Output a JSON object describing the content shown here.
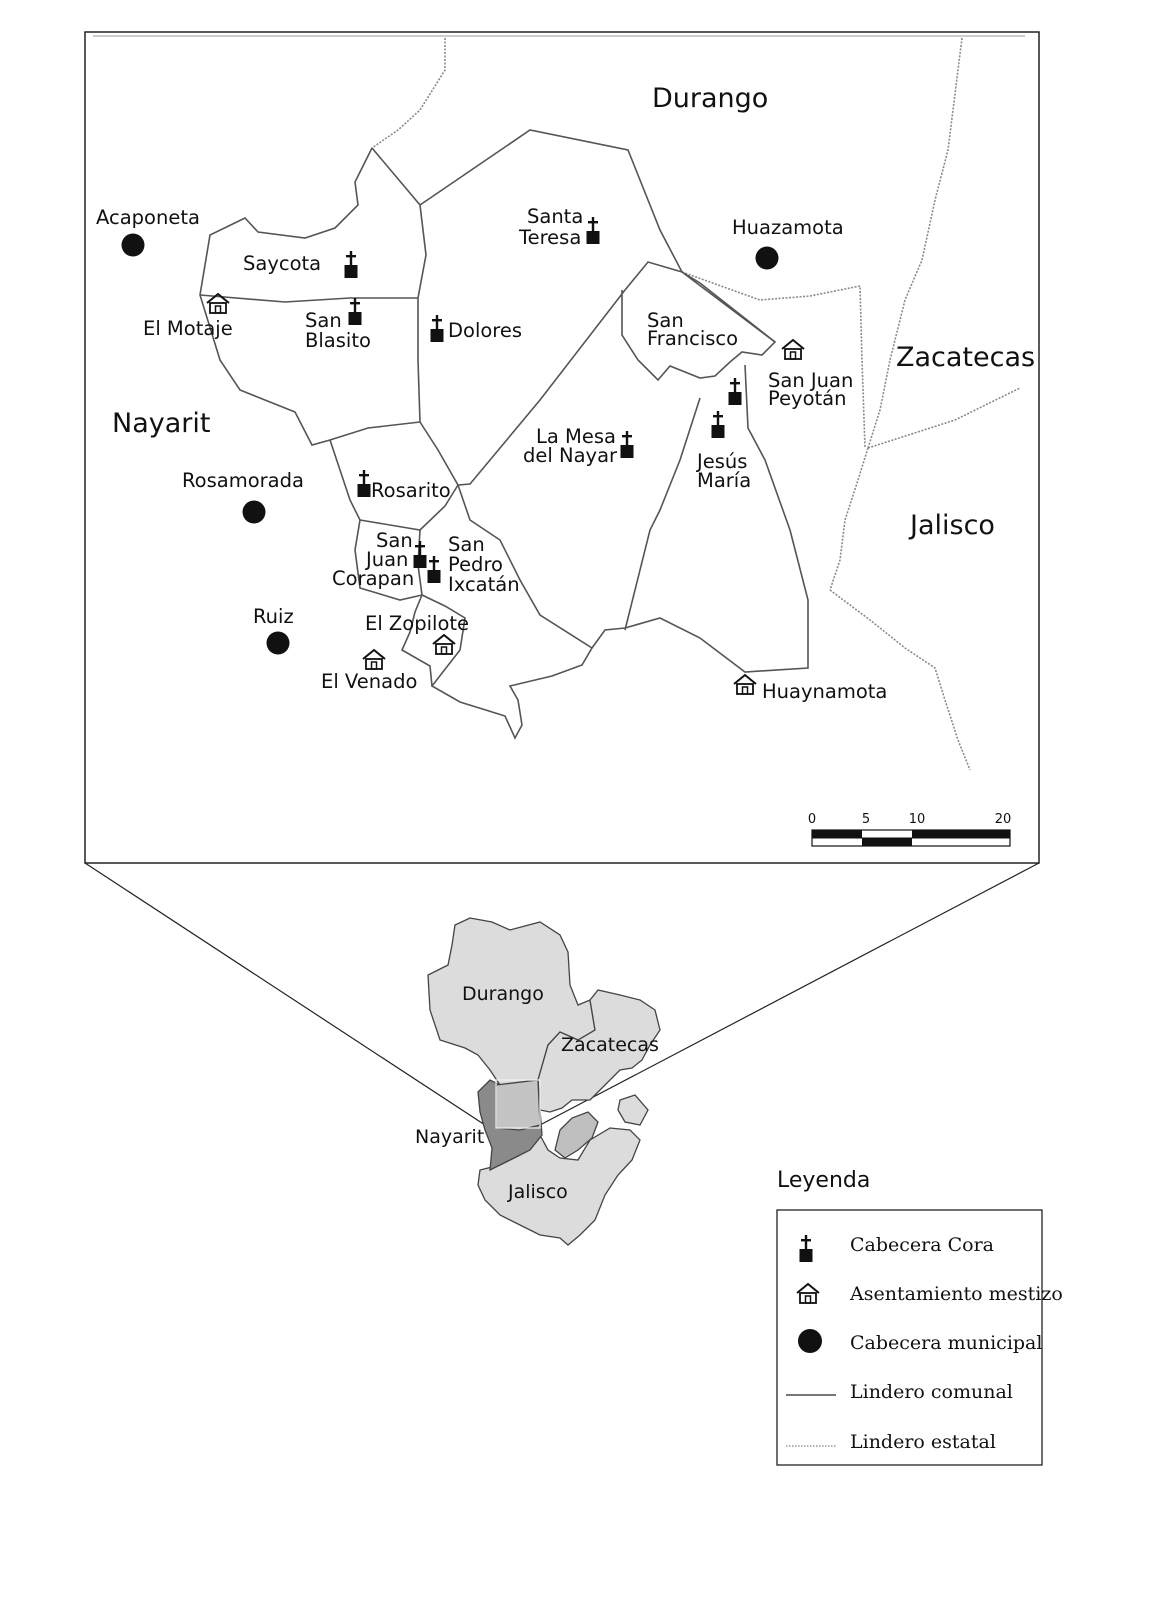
{
  "states_main": {
    "durango": "Durango",
    "zacatecas": "Zacatecas",
    "nayarit": "Nayarit",
    "jalisco": "Jalisco"
  },
  "places": {
    "acaponeta": "Acaponeta",
    "huazamota": "Huazamota",
    "rosamorada": "Rosamorada",
    "ruiz": "Ruiz",
    "saycota": "Saycota",
    "el_motaje": "El Motaje",
    "san_blasito_1": "San",
    "san_blasito_2": "Blasito",
    "dolores": "Dolores",
    "santa_teresa_1": "Santa",
    "santa_teresa_2": "Teresa",
    "san_francisco_1": "San",
    "san_francisco_2": "Francisco",
    "san_juan_peyotan_1": "San Juan",
    "san_juan_peyotan_2": "Peyotán",
    "la_mesa_1": "La Mesa",
    "la_mesa_2": "del Nayar",
    "jesus_maria_1": "Jesús",
    "jesus_maria_2": "María",
    "rosarito": "Rosarito",
    "san_juan_corapan_1": "San",
    "san_juan_corapan_2": "Juan",
    "san_juan_corapan_3": "Corapan",
    "san_pedro_1": "San",
    "san_pedro_2": "Pedro",
    "san_pedro_3": "Ixcatán",
    "el_zopilote": "El Zopilote",
    "el_venado": "El Venado",
    "huaynamota": "Huaynamota"
  },
  "scale_bar": {
    "ticks": [
      "0",
      "5",
      "10",
      "20"
    ]
  },
  "inset": {
    "durango": "Durango",
    "zacatecas": "Zacatecas",
    "nayarit": "Nayarit",
    "jalisco": "Jalisco"
  },
  "legend": {
    "title": "Leyenda",
    "items": [
      {
        "label": "Cabecera Cora",
        "icon": "cross-icon"
      },
      {
        "label": "Asentamiento mestizo",
        "icon": "house-icon"
      },
      {
        "label": "Cabecera municipal",
        "icon": "dot-icon"
      },
      {
        "label": "Lindero comunal",
        "icon": "solid-line"
      },
      {
        "label": "Lindero estatal",
        "icon": "dotted-line"
      }
    ]
  },
  "colors": {
    "ink": "#111111",
    "boundary": "#555555",
    "inset_light": "#dcdcdc",
    "inset_nayarit": "#8a8a8a",
    "inset_highlight": "#bfbfbf"
  }
}
